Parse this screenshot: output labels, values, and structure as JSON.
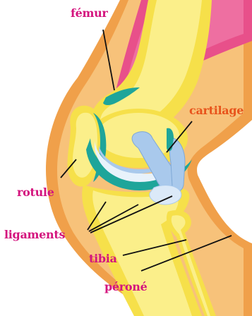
{
  "labels": {
    "femur": "fémur",
    "cartilage": "cartilage",
    "rotule": "rotule",
    "ligaments": "ligaments",
    "tibia": "tibia",
    "perone": "péroné"
  },
  "colors": {
    "label_magenta": "#d4147e",
    "label_orange": "#e8541c",
    "skin_outer": "#f0a04a",
    "skin_inner": "#f7c27a",
    "bone_yellow": "#f6e04a",
    "bone_light": "#fbef8a",
    "muscle_pink": "#e8508a",
    "cartilage_teal": "#1ea59a",
    "ligament_blue": "#a9c9ec",
    "leader_line": "#111111"
  }
}
